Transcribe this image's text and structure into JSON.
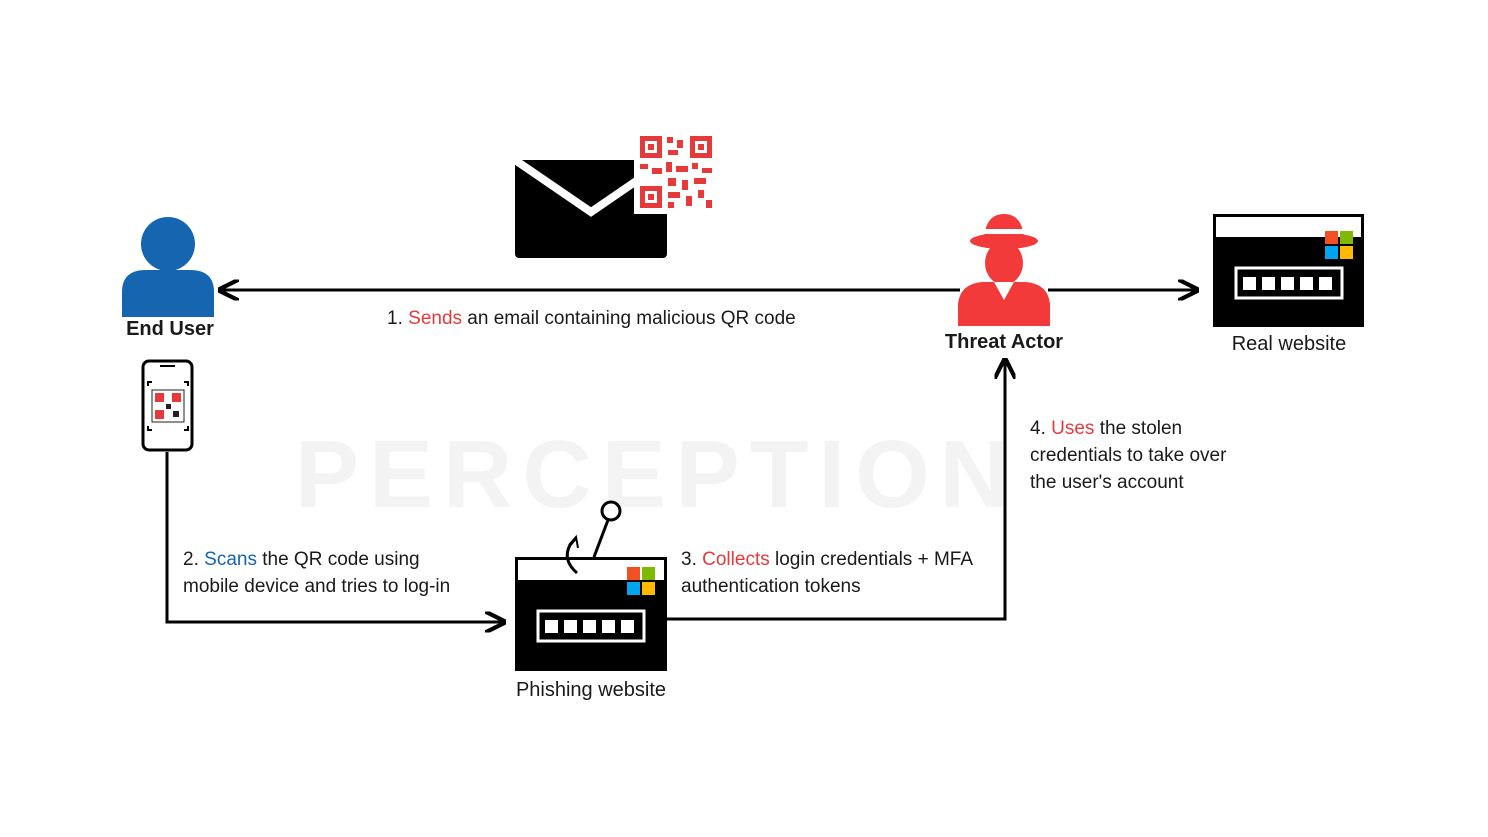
{
  "watermark": "PERCEPTION",
  "labels": {
    "end_user": "End User",
    "threat_actor": "Threat Actor",
    "real_website": "Real website",
    "phishing_website": "Phishing website"
  },
  "steps": {
    "s1": {
      "num": "1.",
      "verb": "Sends",
      "rest": "an email containing malicious QR code"
    },
    "s2": {
      "num": "2.",
      "verb": "Scans",
      "rest": "the QR code using",
      "line2": "mobile device and tries to log-in"
    },
    "s3": {
      "num": "3.",
      "verb": "Collects",
      "rest": "login credentials + MFA",
      "line2": "authentication tokens"
    },
    "s4": {
      "num": "4.",
      "verb": "Uses",
      "rest": "the stolen",
      "line2": "credentials to take over",
      "line3": "the user's account"
    }
  },
  "icons": {
    "user": "user-icon",
    "phone": "phone-qr-icon",
    "email": "envelope-icon",
    "qr": "qr-code-icon",
    "hacker": "hacker-icon",
    "browser": "browser-window-icon",
    "hook": "fishing-hook-icon"
  },
  "colors": {
    "red": "#e63a3a",
    "blue": "#1565b0",
    "black": "#000000",
    "ms_red": "#f25022",
    "ms_green": "#7fba00",
    "ms_blue": "#00a4ef",
    "ms_yellow": "#ffb900"
  }
}
